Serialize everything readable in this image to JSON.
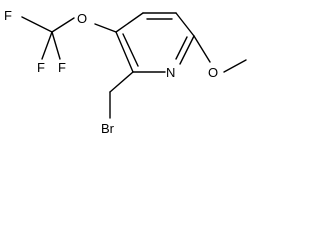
{
  "molecule": {
    "atoms": {
      "f_top": "F",
      "f_mid": "F",
      "f_bottom": "F",
      "o_ether1": "O",
      "n_ring": "N",
      "o_ether2": "O",
      "br": "Br"
    },
    "colors": {
      "bond": "#000000",
      "label": "#000000",
      "background": "#ffffff"
    }
  }
}
